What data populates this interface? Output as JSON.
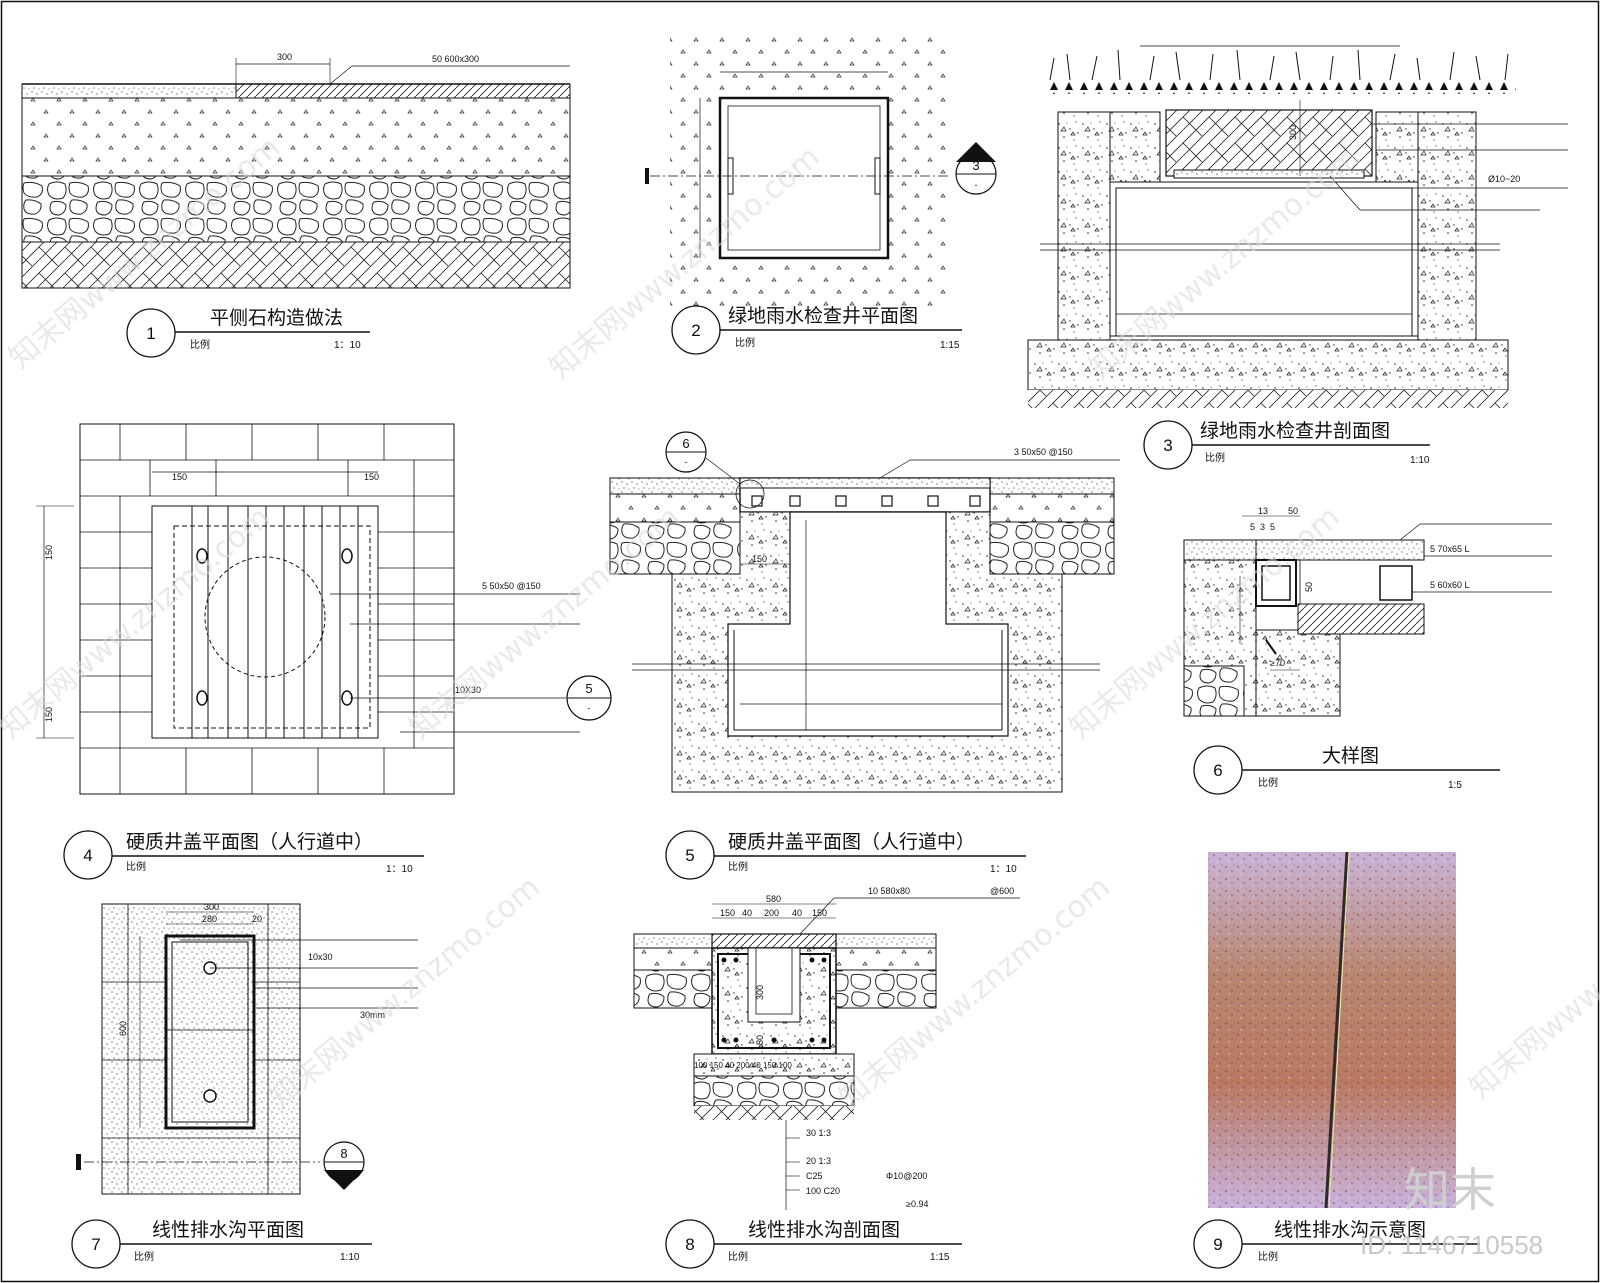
{
  "details": [
    {
      "number": "1",
      "title": "平侧石构造做法",
      "scale_label": "比例",
      "scale": "1：10"
    },
    {
      "number": "2",
      "title": "绿地雨水检查井平面图",
      "scale_label": "比例",
      "scale": "1:15"
    },
    {
      "number": "3",
      "title": "绿地雨水检查井剖面图",
      "scale_label": "比例",
      "scale": "1:10"
    },
    {
      "number": "4",
      "title": "硬质井盖平面图（人行道中）",
      "scale_label": "比例",
      "scale": "1：10"
    },
    {
      "number": "5",
      "title": "硬质井盖平面图（人行道中）",
      "scale_label": "比例",
      "scale": "1：10"
    },
    {
      "number": "6",
      "title": "大样图",
      "scale_label": "比例",
      "scale": "1:5"
    },
    {
      "number": "7",
      "title": "线性排水沟平面图",
      "scale_label": "比例",
      "scale": "1:10"
    },
    {
      "number": "8",
      "title": "线性排水沟剖面图",
      "scale_label": "比例",
      "scale": "1:15"
    },
    {
      "number": "9",
      "title": "线性排水沟示意图",
      "scale_label": "比例",
      "scale": ""
    }
  ],
  "annotations": {
    "d1_dim": "300",
    "d1_spec": "50  600x300",
    "d2_ref_num": "3",
    "d2_ref_sub": "-",
    "d3_dim": "300",
    "d3_gravel": "Ø10~20",
    "d4_dim_top_l": "150",
    "d4_dim_top_r": "150",
    "d4_dim_side_t": "150",
    "d4_dim_side_b": "150",
    "d4_grate": "5   50x50      @150",
    "d4_slot": "10X30",
    "d4_ref_num": "5",
    "d4_ref_sub": "-",
    "d5_ref_num": "6",
    "d5_ref_sub": "-",
    "d5_grate": "3    50x50                @150",
    "d5_dim": "150",
    "d6_dim_a": "13",
    "d6_dim_b": "50",
    "d6_dim_c": "5",
    "d6_dim_d": "3",
    "d6_dim_e": "5",
    "d6_angle1": "5     70x65 L",
    "d6_angle2": "5     60x60 L",
    "d6_dim_h": "50",
    "d6_dim_min": "≥70",
    "d7_dim_300": "300",
    "d7_dim_280": "280",
    "d7_dim_20": "20",
    "d7_dim_600": "600",
    "d7_slot": "10x30",
    "d7_gap": "30mm",
    "d7_ref_num": "8",
    "d7_ref_sub": "-",
    "d8_dim_580": "580",
    "d8_dim_row": [
      "150",
      "40",
      "200",
      "40",
      "150"
    ],
    "d8_cover": "10    580x80",
    "d8_cover_spacing": "@600",
    "d8_dim_300": "300",
    "d8_dim_150": "150",
    "d8_base_row": "100   150   40   200   40   150   100",
    "d8_layers": [
      "30    1:3",
      "20    1:3",
      "C25",
      "100    C20"
    ],
    "d8_rebar": "Φ10@200",
    "d8_soil": "≥0.94"
  },
  "watermarks": {
    "site": "知末网www.znzmo.com",
    "brand": "知末",
    "id": "ID: 1146710558"
  }
}
